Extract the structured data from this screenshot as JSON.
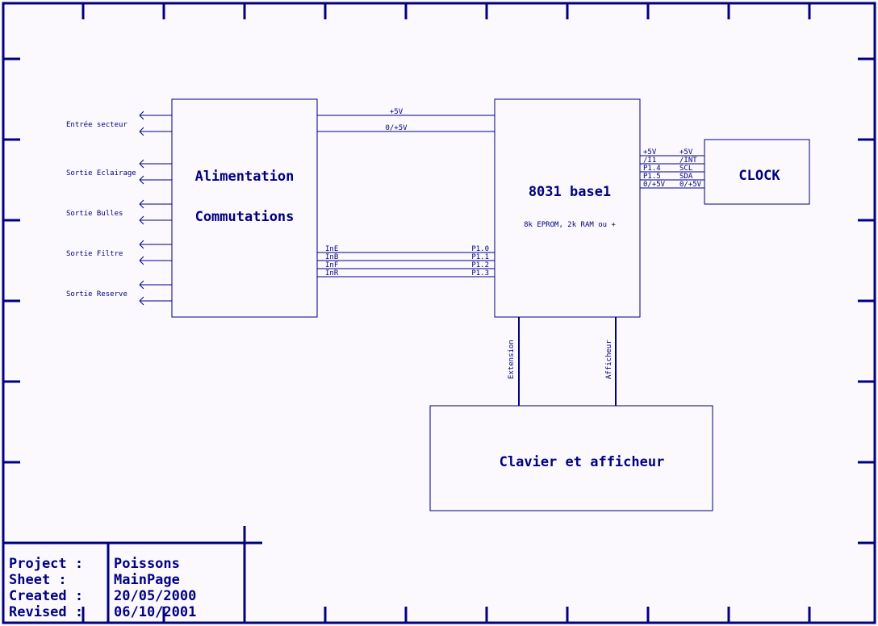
{
  "colors": {
    "ink": "#000080",
    "paper": "#fbf9fd"
  },
  "blocks": {
    "alimentation": {
      "line1": "Alimentation",
      "line2": "Commutations"
    },
    "cpu": {
      "title": "8031 base1",
      "subtitle": "8k EPROM, 2k RAM ou +"
    },
    "clock": {
      "title": "CLOCK"
    },
    "keypad": {
      "title": "Clavier et afficheur"
    }
  },
  "left_ports": [
    {
      "label": "Entrée secteur"
    },
    {
      "label": "Sortie Eclairage"
    },
    {
      "label": "Sortie Bulles"
    },
    {
      "label": "Sortie Filtre"
    },
    {
      "label": "Sortie Reserve"
    }
  ],
  "power_nets": [
    {
      "label": "+5V"
    },
    {
      "label": "0/+5V"
    }
  ],
  "io_nets": [
    {
      "from": "InE",
      "to": "P1.0"
    },
    {
      "from": "InB",
      "to": "P1.1"
    },
    {
      "from": "InF",
      "to": "P1.2"
    },
    {
      "from": "InR",
      "to": "P1.3"
    }
  ],
  "clock_nets": [
    {
      "from": "+5V",
      "to": "+5V"
    },
    {
      "from": "/I1",
      "to": "/INT"
    },
    {
      "from": "P1.4",
      "to": "SCL"
    },
    {
      "from": "P1.5",
      "to": "SDA"
    },
    {
      "from": "0/+5V",
      "to": "0/+5V"
    }
  ],
  "bus_labels": {
    "extension": "Extension",
    "afficheur": "Afficheur"
  },
  "title_block": {
    "labels": [
      "Project :",
      "Sheet :",
      "Created :",
      "Revised :"
    ],
    "values": [
      "Poissons",
      "MainPage",
      "20/05/2000",
      "06/10/2001"
    ]
  }
}
